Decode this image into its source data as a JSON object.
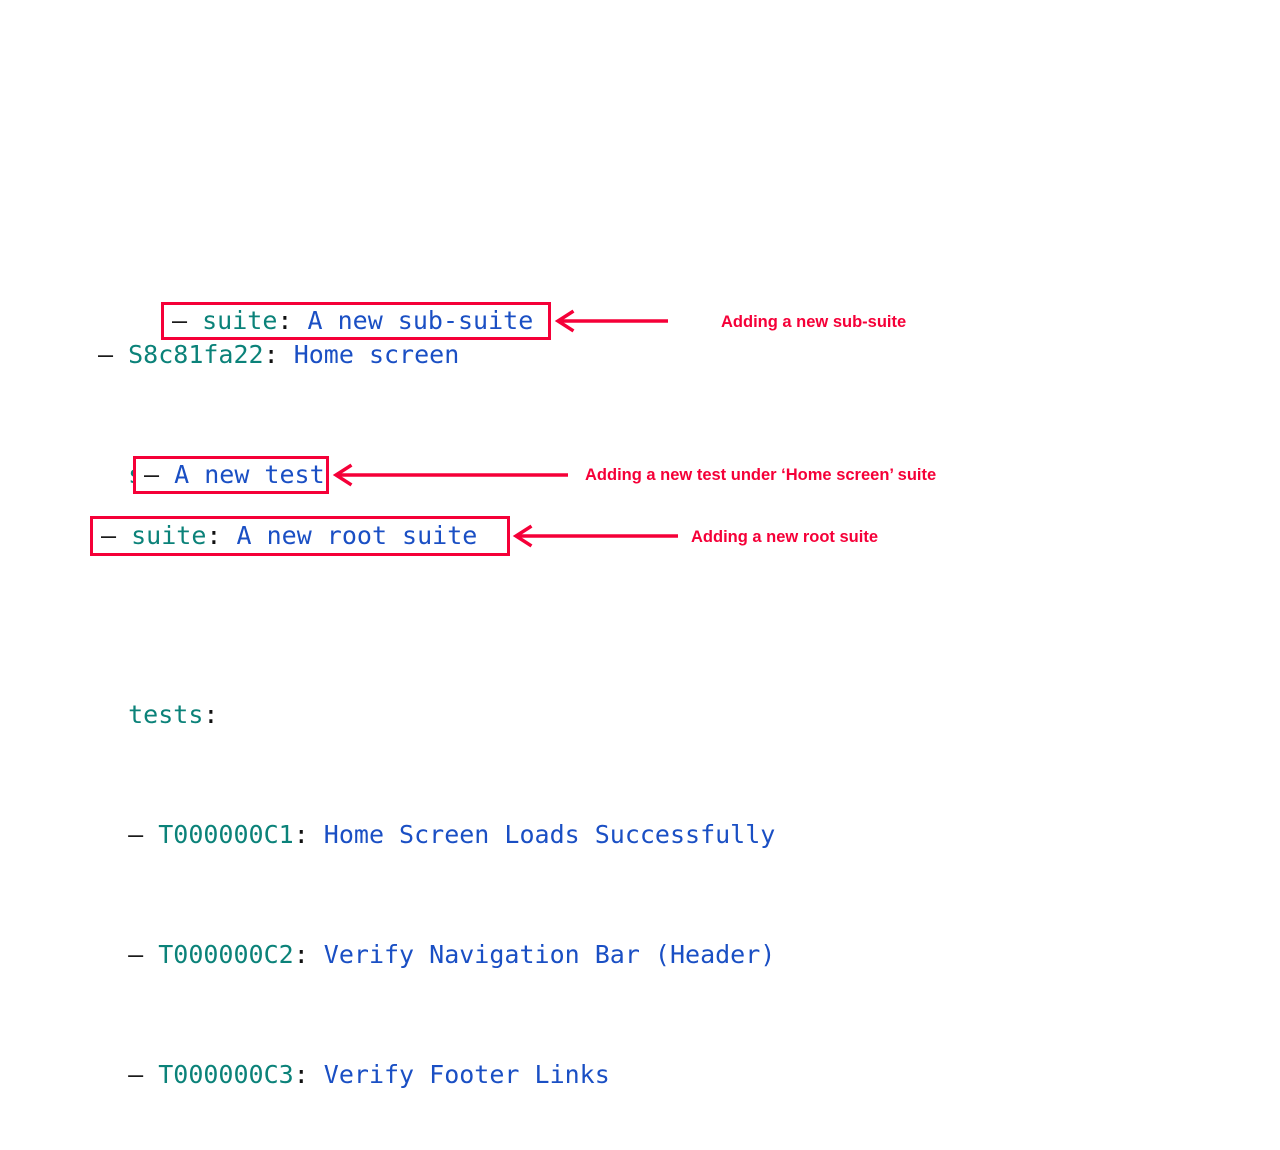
{
  "tree": {
    "lines": [
      {
        "name": "root-suite-line",
        "dash": "– ",
        "id": "S8c81fa22",
        "colon": ": ",
        "value": "Home screen"
      },
      {
        "name": "suites-key-line",
        "indent": "  ",
        "key": "suites",
        "colon": ":"
      },
      {
        "name": "tests-key-line",
        "indent": "  ",
        "key": "tests",
        "colon": ":"
      },
      {
        "name": "test-c1-line",
        "indent": "  ",
        "dash": "– ",
        "id": "T000000C1",
        "colon": ": ",
        "value": "Home Screen Loads Successfully"
      },
      {
        "name": "test-c2-line",
        "indent": "  ",
        "dash": "– ",
        "id": "T000000C2",
        "colon": ": ",
        "value": "Verify Navigation Bar (Header)"
      },
      {
        "name": "test-c3-line",
        "indent": "  ",
        "dash": "– ",
        "id": "T000000C3",
        "colon": ": ",
        "value": "Verify Footer Links"
      }
    ]
  },
  "highlights": {
    "sub_suite": {
      "dash": "– ",
      "key": "suite",
      "colon": ": ",
      "value": "A new sub-suite",
      "note": "Adding a new sub-suite"
    },
    "new_test": {
      "dash": "– ",
      "value": "A new test",
      "note": "Adding a new test under ‘Home screen’ suite"
    },
    "root_suite": {
      "dash": "– ",
      "key": "suite",
      "colon": ": ",
      "value": "A new root suite",
      "note": "Adding a new root suite"
    }
  },
  "colors": {
    "accent_red": "#f50038",
    "key_teal": "#0b8279",
    "value_blue": "#1a4fc4",
    "punctuation": "#111111",
    "background": "#ffffff"
  }
}
